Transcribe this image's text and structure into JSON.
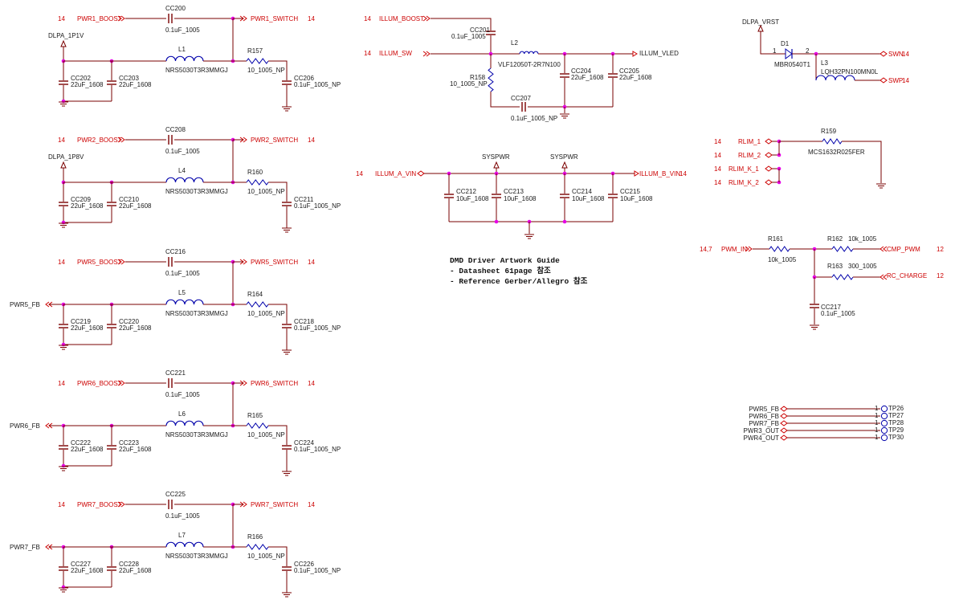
{
  "colors": {
    "wire": "#7a0000",
    "junction": "#e600e6",
    "port": "#cc0000",
    "text": "#1a1a1a",
    "part": "#0000aa",
    "bg": "#ffffff"
  },
  "blocks": [
    {
      "boost_num": "14",
      "boost": "PWR1_BOOST",
      "switch": "PWR1_SWITCH",
      "switch_num": "14",
      "top_cap": "CC200",
      "top_cap_val": "0.1uF_1005",
      "rail": "DLPA_1P1V",
      "fb": "",
      "cap1": "CC202",
      "cap1_val": "22uF_1608",
      "cap2": "CC203",
      "cap2_val": "22uF_1608",
      "ind": "L1",
      "ind_val": "NRS5030T3R3MMGJ",
      "res": "R157",
      "res_val": "10_1005_NP",
      "cap3": "CC206",
      "cap3_val": "0.1uF_1005_NP"
    },
    {
      "boost_num": "14",
      "boost": "PWR2_BOOST",
      "switch": "PWR2_SWITCH",
      "switch_num": "14",
      "top_cap": "CC208",
      "top_cap_val": "0.1uF_1005",
      "rail": "DLPA_1P8V",
      "fb": "",
      "cap1": "CC209",
      "cap1_val": "22uF_1608",
      "cap2": "CC210",
      "cap2_val": "22uF_1608",
      "ind": "L4",
      "ind_val": "NRS5030T3R3MMGJ",
      "res": "R160",
      "res_val": "10_1005_NP",
      "cap3": "CC211",
      "cap3_val": "0.1uF_1005_NP"
    },
    {
      "boost_num": "14",
      "boost": "PWR5_BOOST",
      "switch": "PWR5_SWITCH",
      "switch_num": "14",
      "top_cap": "CC216",
      "top_cap_val": "0.1uF_1005",
      "rail": "",
      "fb": "PWR5_FB",
      "cap1": "CC219",
      "cap1_val": "22uF_1608",
      "cap2": "CC220",
      "cap2_val": "22uF_1608",
      "ind": "L5",
      "ind_val": "NRS5030T3R3MMGJ",
      "res": "R164",
      "res_val": "10_1005_NP",
      "cap3": "CC218",
      "cap3_val": "0.1uF_1005_NP"
    },
    {
      "boost_num": "14",
      "boost": "PWR6_BOOST",
      "switch": "PWR6_SWITCH",
      "switch_num": "14",
      "top_cap": "CC221",
      "top_cap_val": "0.1uF_1005",
      "rail": "",
      "fb": "PWR6_FB",
      "cap1": "CC222",
      "cap1_val": "22uF_1608",
      "cap2": "CC223",
      "cap2_val": "22uF_1608",
      "ind": "L6",
      "ind_val": "NRS5030T3R3MMGJ",
      "res": "R165",
      "res_val": "10_1005_NP",
      "cap3": "CC224",
      "cap3_val": "0.1uF_1005_NP"
    },
    {
      "boost_num": "14",
      "boost": "PWR7_BOOST",
      "switch": "PWR7_SWITCH",
      "switch_num": "14",
      "top_cap": "CC225",
      "top_cap_val": "0.1uF_1005",
      "rail": "",
      "fb": "PWR7_FB",
      "cap1": "CC227",
      "cap1_val": "22uF_1608",
      "cap2": "CC228",
      "cap2_val": "22uF_1608",
      "ind": "L7",
      "ind_val": "NRS5030T3R3MMGJ",
      "res": "R166",
      "res_val": "10_1005_NP",
      "cap3": "CC226",
      "cap3_val": "0.1uF_1005_NP"
    }
  ],
  "illum": {
    "boost_num": "14",
    "boost": "ILLUM_BOOST",
    "sw_num": "14",
    "sw": "ILLUM_SW",
    "cap_top": "CC201",
    "cap_top_val": "0.1uF_1005",
    "ind": "L2",
    "ind_val": "VLF12050T-2R7N100",
    "res": "R158",
    "res_val": "10_1005_NP",
    "cap_mid": "CC207",
    "cap_mid_val": "0.1uF_1005_NP",
    "cap_a": "CC204",
    "cap_a_val": "22uF_1608",
    "cap_b": "CC205",
    "cap_b_val": "22uF_1608",
    "out": "ILLUM_VLED"
  },
  "vin": {
    "a_num": "14",
    "a": "ILLUM_A_VIN",
    "b": "ILLUM_B_VIN",
    "b_num": "14",
    "sys1": "SYSPWR",
    "sys2": "SYSPWR",
    "caps": [
      {
        "name": "CC212",
        "val": "10uF_1608"
      },
      {
        "name": "CC213",
        "val": "10uF_1608"
      },
      {
        "name": "CC214",
        "val": "10uF_1608"
      },
      {
        "name": "CC215",
        "val": "10uF_1608"
      }
    ]
  },
  "note": {
    "line1": "DMD Driver Artwork Guide",
    "line2": " - Datasheet 61page 참조",
    "line3": " - Reference Gerber/Allegro 참조"
  },
  "diode": {
    "rail": "DLPA_VRST",
    "name": "D1",
    "pin1": "1",
    "pin2": "2",
    "val": "MBR0540T1",
    "ind": "L3",
    "ind_val": "LQH32PN100MN0L",
    "swn": "SWN",
    "swn_num": "14",
    "swp": "SWP",
    "swp_num": "14"
  },
  "rlim": {
    "res": "R159",
    "res_val": "MCS1632R025FER",
    "nets": [
      {
        "num": "14",
        "name": "RLIM_1"
      },
      {
        "num": "14",
        "name": "RLIM_2"
      },
      {
        "num": "14",
        "name": "RLIM_K_1"
      },
      {
        "num": "14",
        "name": "RLIM_K_2"
      }
    ]
  },
  "pwm": {
    "num": "14,7",
    "name": "PWM_IN",
    "r1": "R161",
    "r1_val": "10k_1005",
    "r2": "R162",
    "r2_val": "10k_1005",
    "r3": "R163",
    "r3_val": "300_1005",
    "cap": "CC217",
    "cap_val": "0.1uF_1005",
    "cmp": "CMP_PWM",
    "cmp_num": "12",
    "rc": "RC_CHARGE",
    "rc_num": "12"
  },
  "testpoints": [
    {
      "net": "PWR5_FB",
      "pin": "1",
      "tp": "TP26"
    },
    {
      "net": "PWR6_FB",
      "pin": "1",
      "tp": "TP27"
    },
    {
      "net": "PWR7_FB",
      "pin": "1",
      "tp": "TP28"
    },
    {
      "net": "PWR3_OUT",
      "pin": "1",
      "tp": "TP29"
    },
    {
      "net": "PWR4_OUT",
      "pin": "1",
      "tp": "TP30"
    }
  ]
}
